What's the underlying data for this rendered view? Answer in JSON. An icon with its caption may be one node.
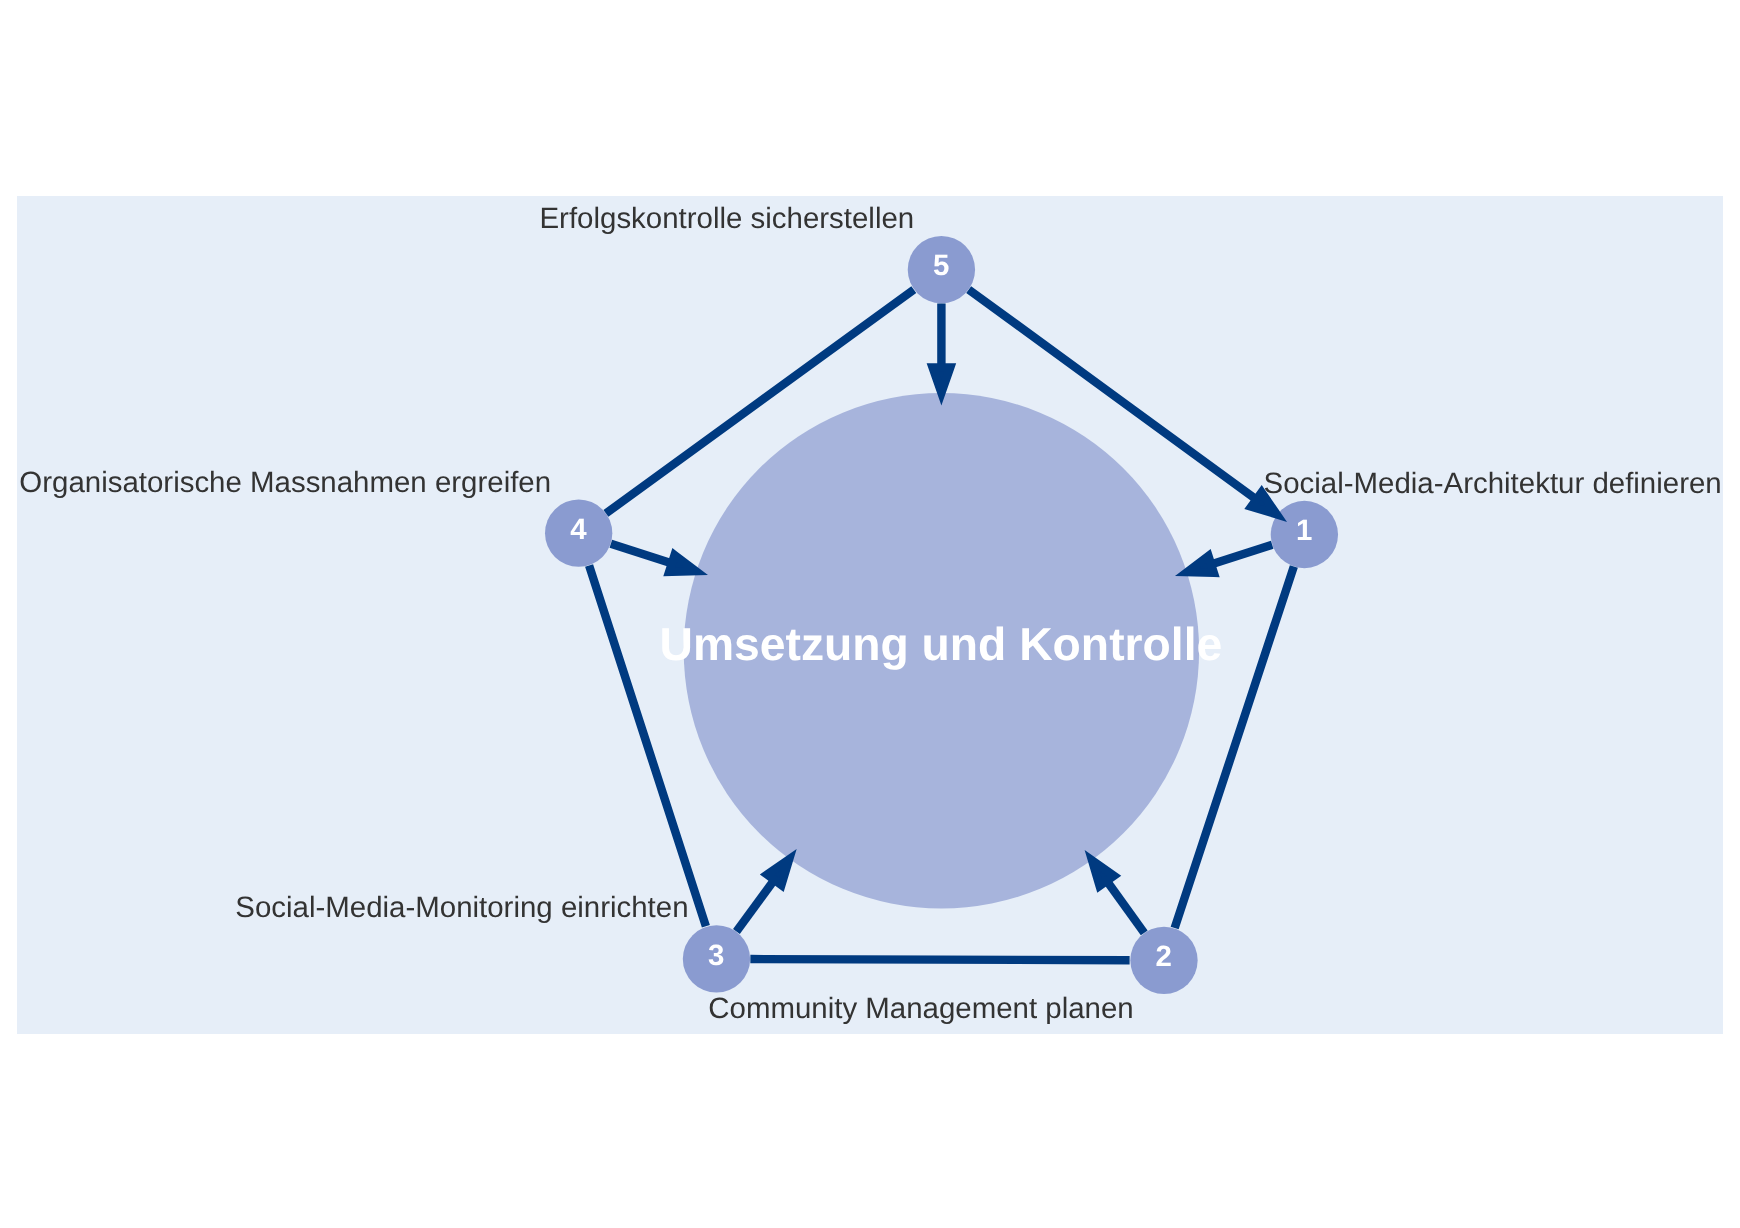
{
  "diagram": {
    "nodes": [
      {
        "text": [
          "Umsetzung und Kontrolle"
        ]
      },
      {
        "text": [
          "1"
        ],
        "beside": [
          "Social-Media-Architektur definieren"
        ]
      },
      {
        "text": [
          "2"
        ],
        "beside": [
          "Community Management planen"
        ]
      },
      {
        "text": [
          "3"
        ],
        "beside": [
          "Social-Media-Monitoring einrichten"
        ]
      },
      {
        "text": [
          "4"
        ],
        "beside": [
          "Organisatorische Massnahmen ergreifen"
        ]
      },
      {
        "text": [
          "5"
        ],
        "beside": [
          "Erfolgskontrolle sicherstellen"
        ]
      }
    ],
    "edges": [
      {
        "from": 1,
        "to": 0,
        "arrow": "to"
      },
      {
        "from": 2,
        "to": 0,
        "arrow": "to"
      },
      {
        "from": 3,
        "to": 0,
        "arrow": "to"
      },
      {
        "from": 4,
        "to": 0,
        "arrow": "to"
      },
      {
        "from": 5,
        "to": 0,
        "arrow": "to"
      },
      {
        "from": 1,
        "to": 2,
        "arrow": "none"
      },
      {
        "from": 2,
        "to": 3,
        "arrow": "none"
      },
      {
        "from": 3,
        "to": 4,
        "arrow": "none"
      },
      {
        "from": 4,
        "to": 5,
        "arrow": "none"
      },
      {
        "from": 5,
        "to": 1,
        "arrow": "to"
      }
    ]
  }
}
